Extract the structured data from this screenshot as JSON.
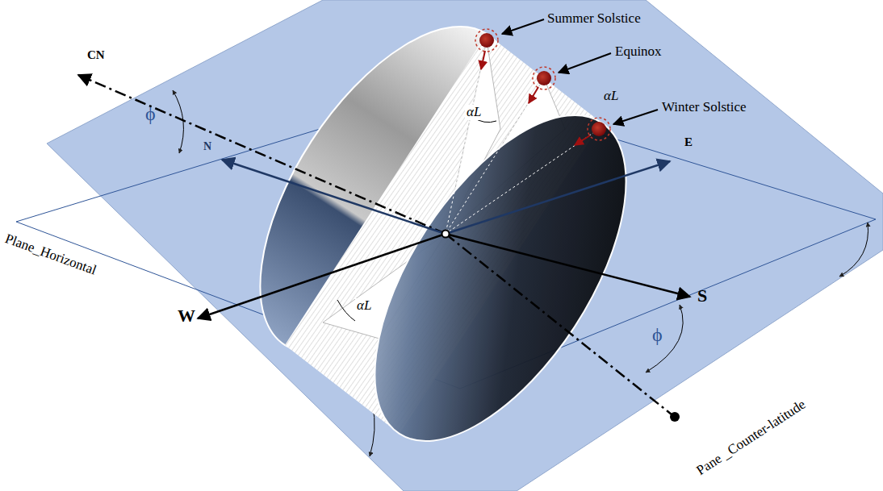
{
  "diagram": {
    "labels": [
      "Summer Solstice",
      "CN",
      "Equinox",
      "ϕ",
      "αL",
      "αL",
      "Winter Solstice",
      "N",
      "E",
      "Plane_Horizontal",
      "αL",
      "W",
      "S",
      "ϕ",
      "Pane _Counter-latitude"
    ]
  }
}
